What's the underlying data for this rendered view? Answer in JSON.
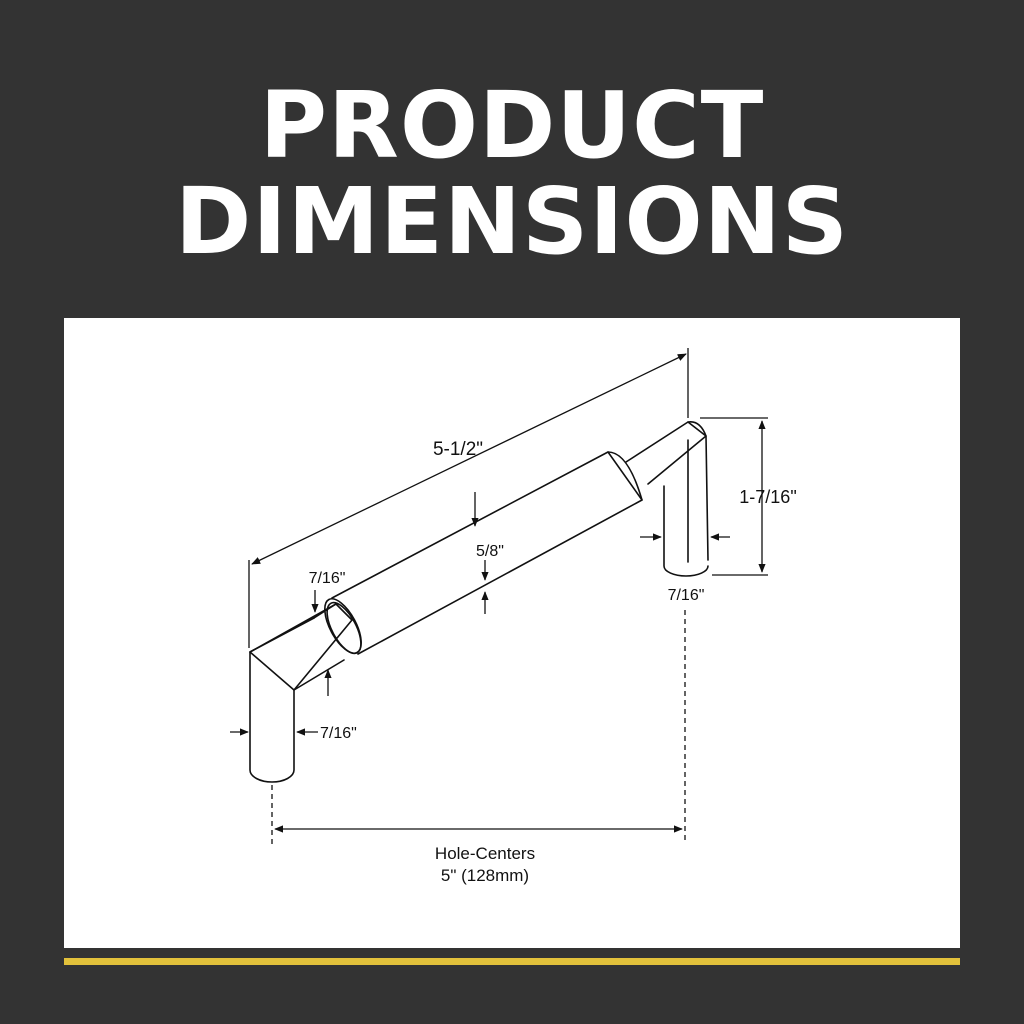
{
  "header": {
    "title_line1": "PRODUCT",
    "title_line2": "DIMENSIONS"
  },
  "diagram": {
    "overall_length": "5-1/2\"",
    "bar_diameter": "5/8\"",
    "left_post_diameter_top": "7/16\"",
    "left_post_diameter_side": "7/16\"",
    "right_post_diameter": "7/16\"",
    "height": "1-7/16\"",
    "hole_centers_label": "Hole-Centers",
    "hole_centers_value": "5\" (128mm)"
  },
  "colors": {
    "background": "#333333",
    "panel": "#ffffff",
    "title": "#ffffff",
    "accent": "#e2c13b",
    "line": "#111111"
  }
}
